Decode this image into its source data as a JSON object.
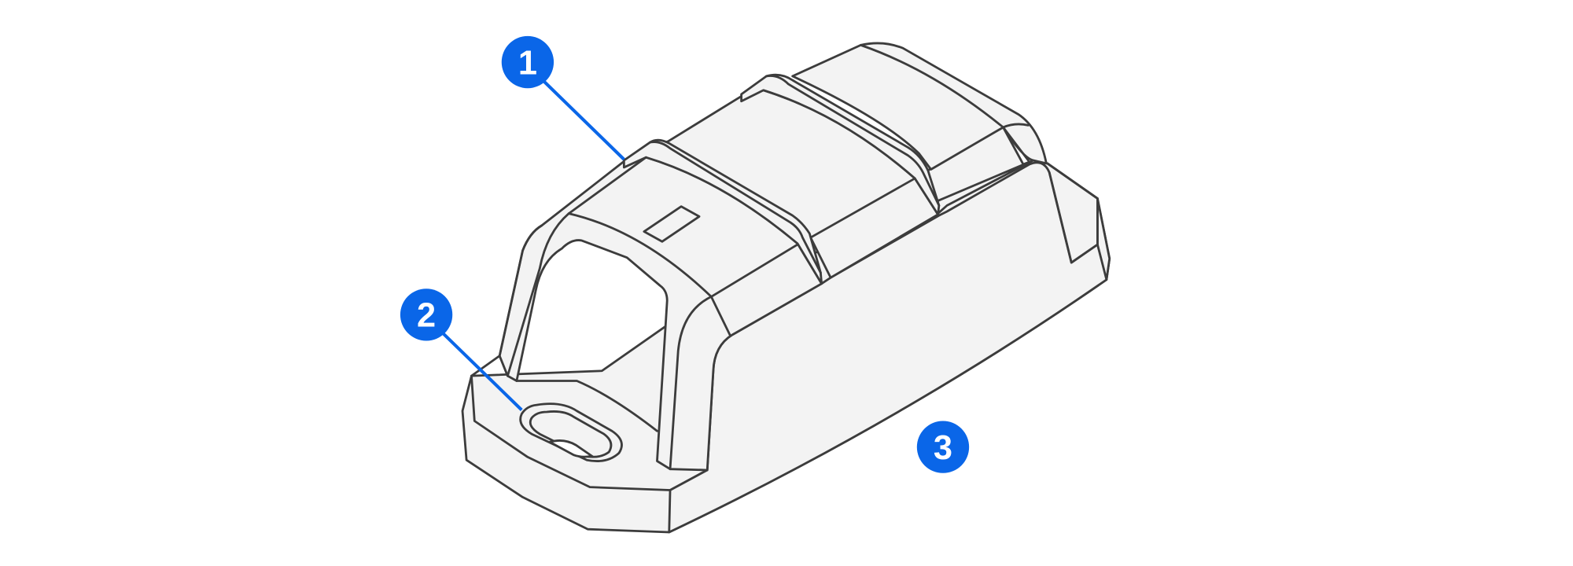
{
  "diagram": {
    "subject": "isometric line drawing of a mounted sensor housing",
    "colors": {
      "callout": "#0a66e8",
      "outline": "#3c3c3c",
      "body_fill": "#f3f3f3",
      "background": "#ffffff"
    },
    "callouts": [
      {
        "number": "1",
        "target": "top cover / raised rib"
      },
      {
        "number": "2",
        "target": "mounting slot hole"
      },
      {
        "number": "3",
        "target": "base housing"
      }
    ]
  }
}
